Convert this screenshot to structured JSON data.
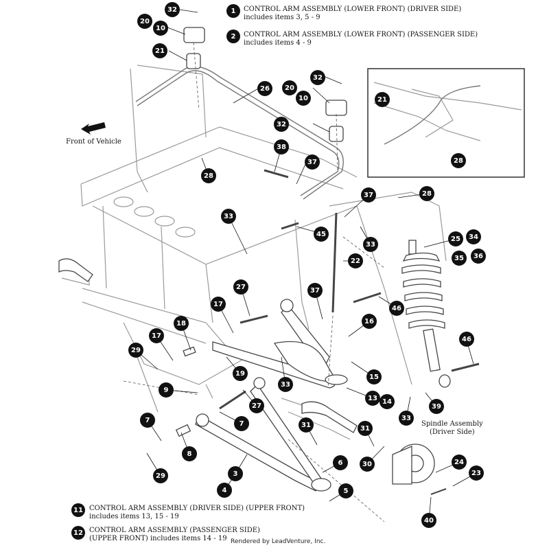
{
  "legend_top": [
    {
      "num": "1",
      "title": "CONTROL ARM ASSEMBLY (LOWER FRONT) (DRIVER SIDE)",
      "sub": "includes items 3, 5 - 9"
    },
    {
      "num": "2",
      "title": "CONTROL ARM ASSEMBLY (LOWER FRONT) (PASSENGER SIDE)",
      "sub": "includes items 4 - 9"
    }
  ],
  "legend_bottom": [
    {
      "num": "11",
      "title": "CONTROL ARM ASSEMBLY (DRIVER SIDE) (UPPER FRONT)",
      "sub": "includes items 13, 15 - 19"
    },
    {
      "num": "12",
      "title": "CONTROL ARM ASSEMBLY (PASSENGER SIDE)",
      "sub": "(UPPER FRONT) includes items 14 - 19"
    }
  ],
  "labels": {
    "front": "Front of Vehicle",
    "spindle_line1": "Spindle Assembly",
    "spindle_line2": "(Driver Side)"
  },
  "footer": "Rendered by LeadVenture, Inc.",
  "callouts": [
    "32",
    "20",
    "10",
    "21",
    "26",
    "32",
    "20",
    "10",
    "21",
    "32",
    "28",
    "38",
    "37",
    "28",
    "28",
    "37",
    "33",
    "45",
    "33",
    "22",
    "25",
    "34",
    "35",
    "36",
    "37",
    "46",
    "27",
    "17",
    "16",
    "18",
    "17",
    "29",
    "33",
    "15",
    "19",
    "46",
    "9",
    "27",
    "13",
    "14",
    "39",
    "33",
    "7",
    "7",
    "31",
    "31",
    "8",
    "6",
    "30",
    "24",
    "29",
    "3",
    "23",
    "4",
    "5",
    "40"
  ]
}
